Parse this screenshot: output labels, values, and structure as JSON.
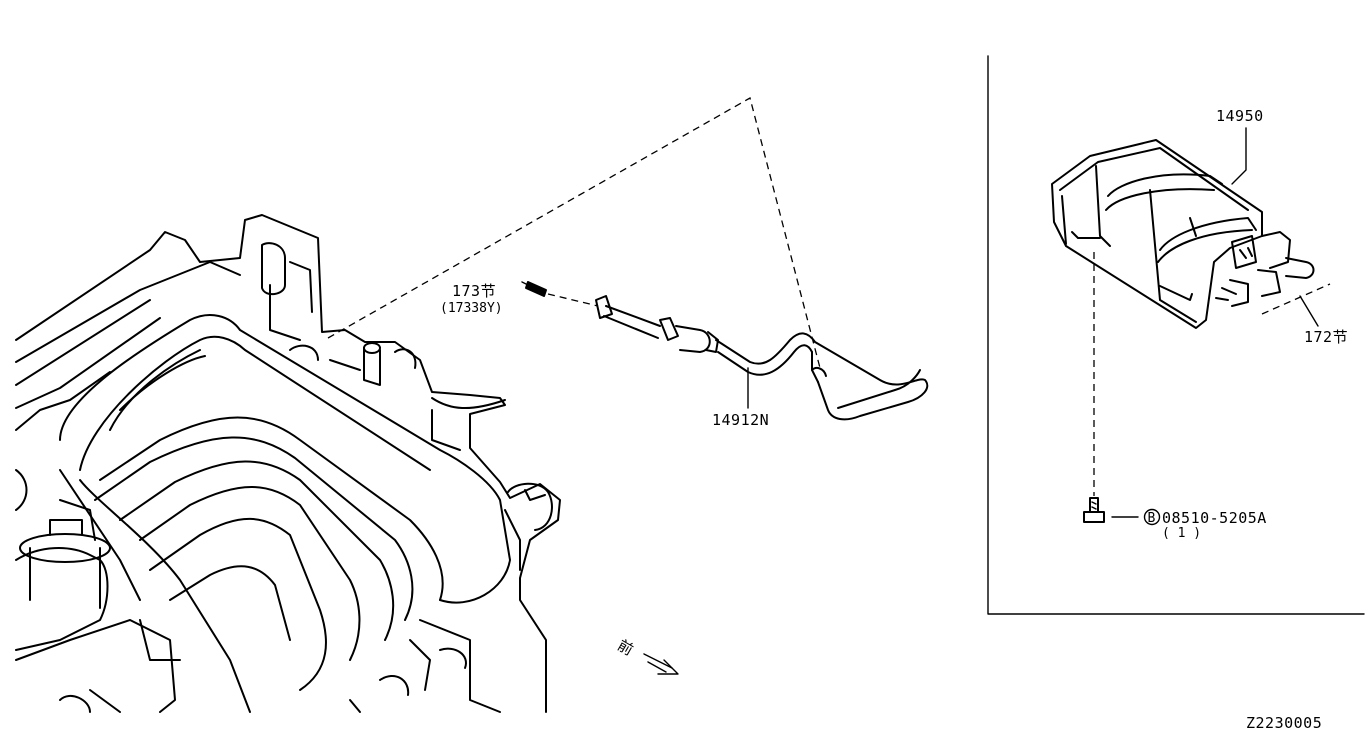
{
  "labels": {
    "part_173_ref": "173节",
    "part_17338Y": "(17338Y)",
    "part_14912N": "14912N",
    "part_14950": "14950",
    "part_172_ref": "172节",
    "bolt_circle": "B",
    "bolt_part": "08510-5205A",
    "bolt_qty": "( 1 )",
    "front_mark": "前",
    "diagram_code": "Z2230005"
  }
}
